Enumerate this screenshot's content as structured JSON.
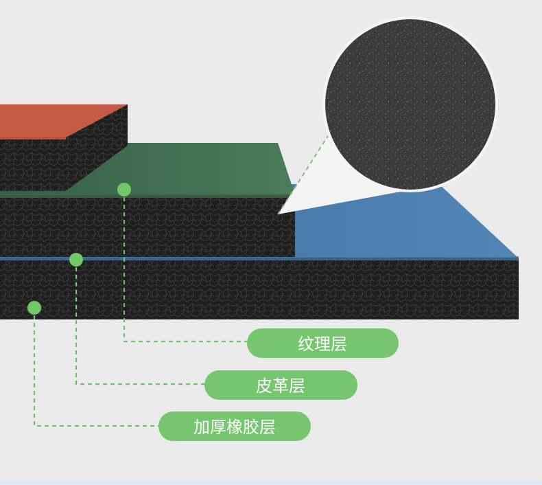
{
  "labels": {
    "texture_layer": "纹理层",
    "leather_layer": "皮革层",
    "rubber_layer": "加厚橡胶层"
  },
  "colors": {
    "background": "#ebebeb",
    "red_top": "#c55a45",
    "green_top": "#3d6a4c",
    "blue_top": "#4a7aa6",
    "rubber": "#1c1c1c",
    "label_pill": "#76c56f",
    "label_text": "#ffffff",
    "leader_line": "#6fc46a",
    "marker_dot": "#72c866"
  },
  "icons": {
    "magnifier": "texture-magnifier-circle",
    "marker": "layer-marker-dot"
  }
}
